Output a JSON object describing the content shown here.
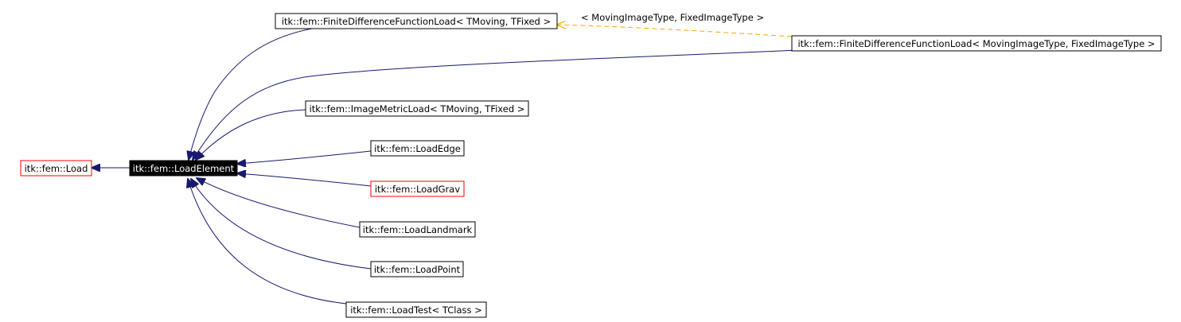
{
  "colors": {
    "background": "#ffffff",
    "node_border_default": "#000000",
    "node_border_undocumented": "#ff0000",
    "current_node_fill": "#000000",
    "current_node_text": "#ffffff",
    "inheritance_edge": "#191970",
    "template_edge": "#ffa500"
  },
  "nodes": {
    "load": {
      "label": "itk::fem::Load"
    },
    "load_element": {
      "label": "itk::fem::LoadElement"
    },
    "fdfl_template": {
      "label": "itk::fem::FiniteDifferenceFunctionLoad< TMoving, TFixed >"
    },
    "fdfl_instance": {
      "label": "itk::fem::FiniteDifferenceFunctionLoad< MovingImageType, FixedImageType >"
    },
    "image_metric_load": {
      "label": "itk::fem::ImageMetricLoad< TMoving, TFixed >"
    },
    "load_edge": {
      "label": "itk::fem::LoadEdge"
    },
    "load_grav": {
      "label": "itk::fem::LoadGrav"
    },
    "load_landmark": {
      "label": "itk::fem::LoadLandmark"
    },
    "load_point": {
      "label": "itk::fem::LoadPoint"
    },
    "load_test": {
      "label": "itk::fem::LoadTest< TClass >"
    }
  },
  "edge_labels": {
    "template_instantiation": "< MovingImageType, FixedImageType >"
  },
  "icons": {
    "inheritance_arrow": "filled-triangle-arrowhead",
    "template_arrow": "open-arrowhead"
  }
}
